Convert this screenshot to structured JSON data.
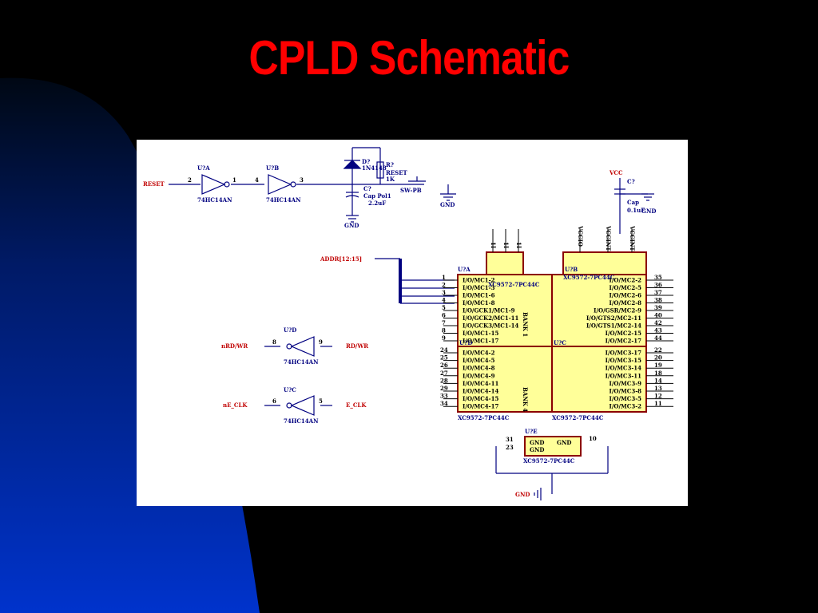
{
  "slide": {
    "title": "CPLD Schematic",
    "colors": {
      "background": "#000000",
      "accent_shape": "#0033cc",
      "title": "#ff0000",
      "panel": "#ffffff",
      "wire": "#000080",
      "chip_fill": "#ffff99",
      "chip_border": "#8b0000"
    }
  },
  "schematic": {
    "signals": {
      "reset": "RESET",
      "addr_bus": "ADDR[12:15]",
      "nrd_wr_in": "RD/WR",
      "nrd_wr_out": "nRD/WR",
      "e_clk_in": "E_CLK",
      "e_clk_out": "nE_CLK",
      "vcc": "VCC",
      "gnd": "GND"
    },
    "inverters": [
      {
        "ref": "U?A",
        "part": "74HC14AN",
        "in_pin": "2",
        "out_pin": "1"
      },
      {
        "ref": "U?B",
        "part": "74HC14AN",
        "in_pin": "4",
        "out_pin": "3"
      },
      {
        "ref": "U?D",
        "part": "74HC14AN",
        "in_pin": "9",
        "out_pin": "8"
      },
      {
        "ref": "U?C",
        "part": "74HC14AN",
        "in_pin": "5",
        "out_pin": "6"
      }
    ],
    "components": {
      "diode": {
        "ref": "D?",
        "part": "1N4148"
      },
      "resistor": {
        "ref": "R?",
        "value": "1K"
      },
      "res_label": "RESET",
      "cap1": {
        "ref": "C?",
        "part": "Cap Pol1",
        "value": "2.2uF"
      },
      "switch": {
        "ref": "SW-PB"
      },
      "cap2": {
        "ref": "C?",
        "part": "Cap",
        "value": "0.1uF"
      }
    },
    "cpld": {
      "part": "XC9572-7PC44C",
      "ref_a": "U?A",
      "ref_b": "U?B",
      "ref_c": "U?C",
      "ref_d": "U?D",
      "ref_e": "U?E",
      "bank1": "BANK 1",
      "bank4": "BANK 4",
      "top_pins_left": [
        "1I",
        "1I",
        "1I"
      ],
      "top_pins_right": [
        "VCCIO",
        "VCCINT",
        "VCCINT"
      ],
      "bank1_pins": [
        {
          "n": "1",
          "name": "I/O/MC1-2"
        },
        {
          "n": "2",
          "name": "I/O/MC1-3"
        },
        {
          "n": "3",
          "name": "I/O/MC1-6"
        },
        {
          "n": "4",
          "name": "I/O/MC1-8"
        },
        {
          "n": "5",
          "name": "I/O/GCK1/MC1-9"
        },
        {
          "n": "6",
          "name": "I/O/GCK2/MC1-11"
        },
        {
          "n": "7",
          "name": "I/O/GCK3/MC1-14"
        },
        {
          "n": "8",
          "name": "I/O/MC1-15"
        },
        {
          "n": "9",
          "name": "I/O/MC1-17"
        }
      ],
      "bank2_pins": [
        {
          "n": "35",
          "name": "I/O/MC2-2"
        },
        {
          "n": "36",
          "name": "I/O/MC2-5"
        },
        {
          "n": "37",
          "name": "I/O/MC2-6"
        },
        {
          "n": "38",
          "name": "I/O/MC2-8"
        },
        {
          "n": "39",
          "name": "I/O/GSR/MC2-9"
        },
        {
          "n": "40",
          "name": "I/O/GTS2/MC2-11"
        },
        {
          "n": "42",
          "name": "I/O/GTS1/MC2-14"
        },
        {
          "n": "43",
          "name": "I/O/MC2-15"
        },
        {
          "n": "44",
          "name": "I/O/MC2-17"
        }
      ],
      "bank4_pins": [
        {
          "n": "24",
          "name": "I/O/MC4-2"
        },
        {
          "n": "25",
          "name": "I/O/MC4-5"
        },
        {
          "n": "26",
          "name": "I/O/MC4-8"
        },
        {
          "n": "27",
          "name": "I/O/MC4-9"
        },
        {
          "n": "28",
          "name": "I/O/MC4-11"
        },
        {
          "n": "29",
          "name": "I/O/MC4-14"
        },
        {
          "n": "33",
          "name": "I/O/MC4-15"
        },
        {
          "n": "34",
          "name": "I/O/MC4-17"
        }
      ],
      "bank3_pins": [
        {
          "n": "22",
          "name": "I/O/MC3-17"
        },
        {
          "n": "20",
          "name": "I/O/MC3-15"
        },
        {
          "n": "19",
          "name": "I/O/MC3-14"
        },
        {
          "n": "18",
          "name": "I/O/MC3-11"
        },
        {
          "n": "14",
          "name": "I/O/MC3-9"
        },
        {
          "n": "13",
          "name": "I/O/MC3-8"
        },
        {
          "n": "12",
          "name": "I/O/MC3-5"
        },
        {
          "n": "11",
          "name": "I/O/MC3-2"
        }
      ],
      "gnd_pins": {
        "left1": "31",
        "left2": "23",
        "right": "10",
        "names": [
          "GND",
          "GND",
          "GND"
        ]
      }
    }
  }
}
